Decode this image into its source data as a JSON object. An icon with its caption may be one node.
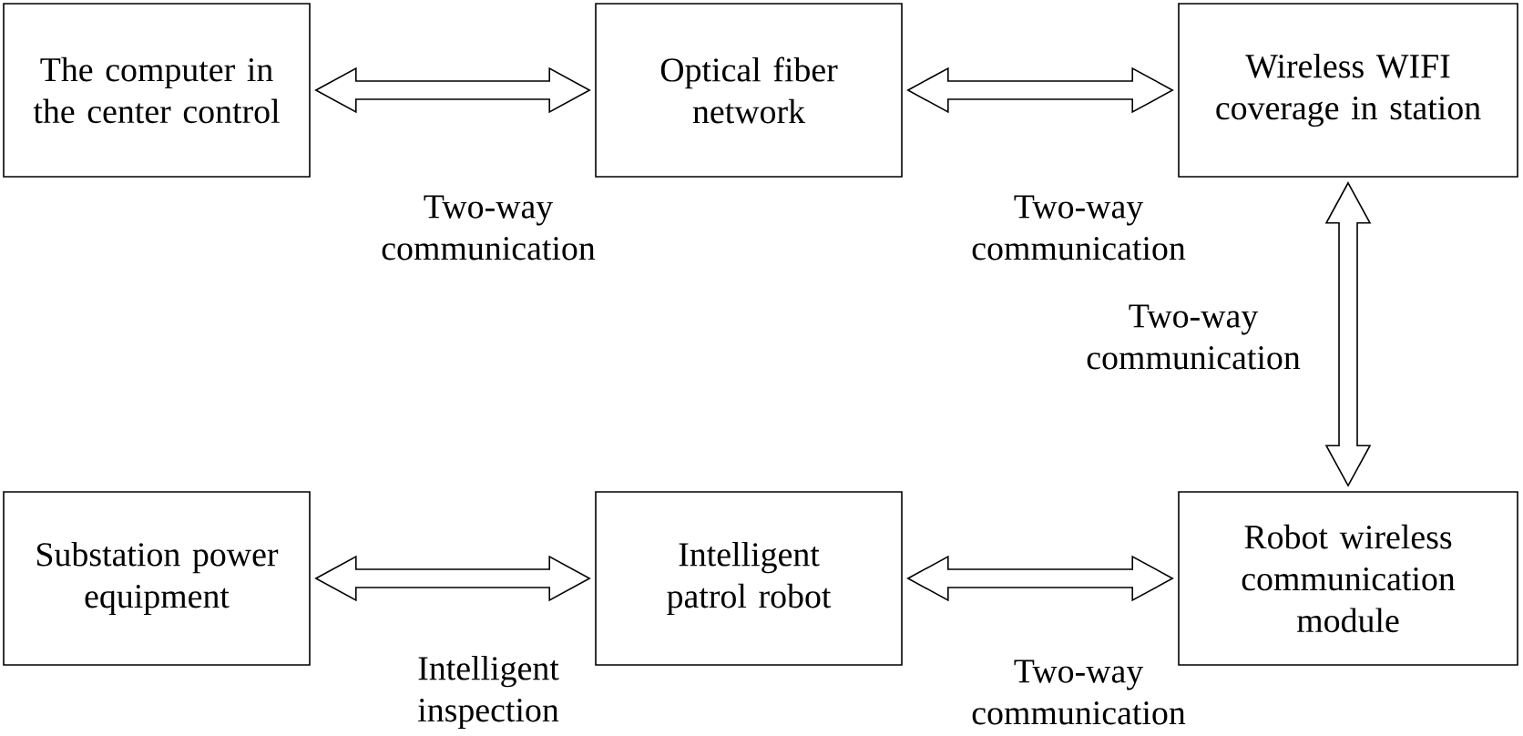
{
  "diagram": {
    "nodes": [
      {
        "text": [
          "The computer in the center control"
        ]
      },
      {
        "text": [
          "Optical fiber network"
        ]
      },
      {
        "text": [
          "Wireless WIFI coverage in station"
        ]
      },
      {
        "text": [
          "Substation power equipment"
        ]
      },
      {
        "text": [
          "Intelligent patrol robot"
        ]
      },
      {
        "text": [
          "Robot wireless communication module"
        ]
      }
    ],
    "edges": [
      {
        "from": 0,
        "to": 1,
        "arrow": "both",
        "label": "Two-way communication"
      },
      {
        "from": 1,
        "to": 2,
        "arrow": "both",
        "label": "Two-way communication"
      },
      {
        "from": 2,
        "to": 5,
        "arrow": "both",
        "label": "Two-way communication"
      },
      {
        "from": 3,
        "to": 4,
        "arrow": "both",
        "label": "Intelligent inspection"
      },
      {
        "from": 4,
        "to": 5,
        "arrow": "both",
        "label": "Two-way communication"
      }
    ]
  }
}
